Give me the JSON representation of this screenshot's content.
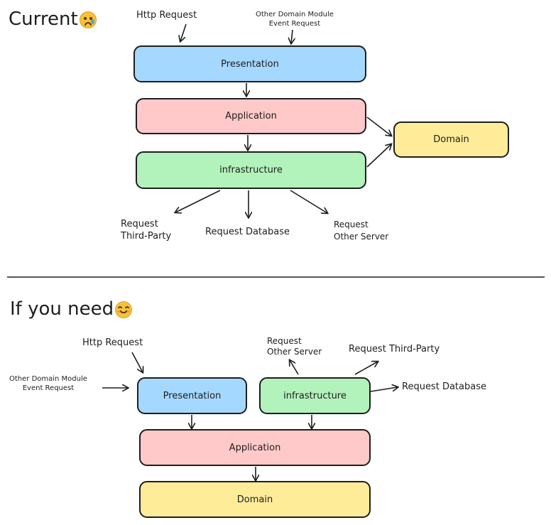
{
  "top": {
    "title": "Current",
    "title_emoji": "worried-face",
    "input_http": "Http Request",
    "input_event_line1": "Other Domain Module",
    "input_event_line2": "Event Request",
    "presentation": "Presentation",
    "application": "Application",
    "infrastructure": "infrastructure",
    "domain": "Domain",
    "out_third_party_line1": "Request",
    "out_third_party_line2": "Third-Party",
    "out_database": "Request Database",
    "out_other_server_line1": "Request",
    "out_other_server_line2": "Other Server"
  },
  "bottom": {
    "title": "If you need",
    "title_emoji": "smiling-face",
    "input_http": "Http Request",
    "input_event_line1": "Other Domain Module",
    "input_event_line2": "Event Request",
    "presentation": "Presentation",
    "infrastructure": "infrastructure",
    "application": "Application",
    "domain": "Domain",
    "out_other_server_line1": "Request",
    "out_other_server_line2": "Other Server",
    "out_third_party": "Request Third-Party",
    "out_database": "Request Database"
  },
  "colors": {
    "presentation": "#a5d8ff",
    "application": "#ffc9c9",
    "infrastructure": "#b2f2bb",
    "domain": "#ffec99",
    "stroke": "#1e1e1e"
  }
}
